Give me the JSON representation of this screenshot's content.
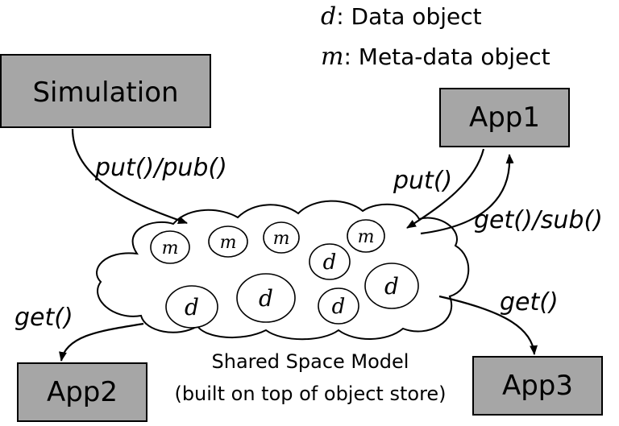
{
  "legend": {
    "d_symbol": "d",
    "d_text": ": Data object",
    "m_symbol": "m",
    "m_text": ": Meta-data object"
  },
  "boxes": {
    "simulation": "Simulation",
    "app1": "App1",
    "app2": "App2",
    "app3": "App3"
  },
  "edges": {
    "sim_put_pub": "put()/pub()",
    "app1_put": "put()",
    "app1_get_sub": "get()/sub()",
    "app2_get": "get()",
    "app3_get": "get()"
  },
  "cloud": {
    "title": "Shared Space Model",
    "subtitle": "(built on top of object store)"
  },
  "objects": [
    "m",
    "m",
    "m",
    "m",
    "d",
    "d",
    "d",
    "d",
    "d"
  ]
}
